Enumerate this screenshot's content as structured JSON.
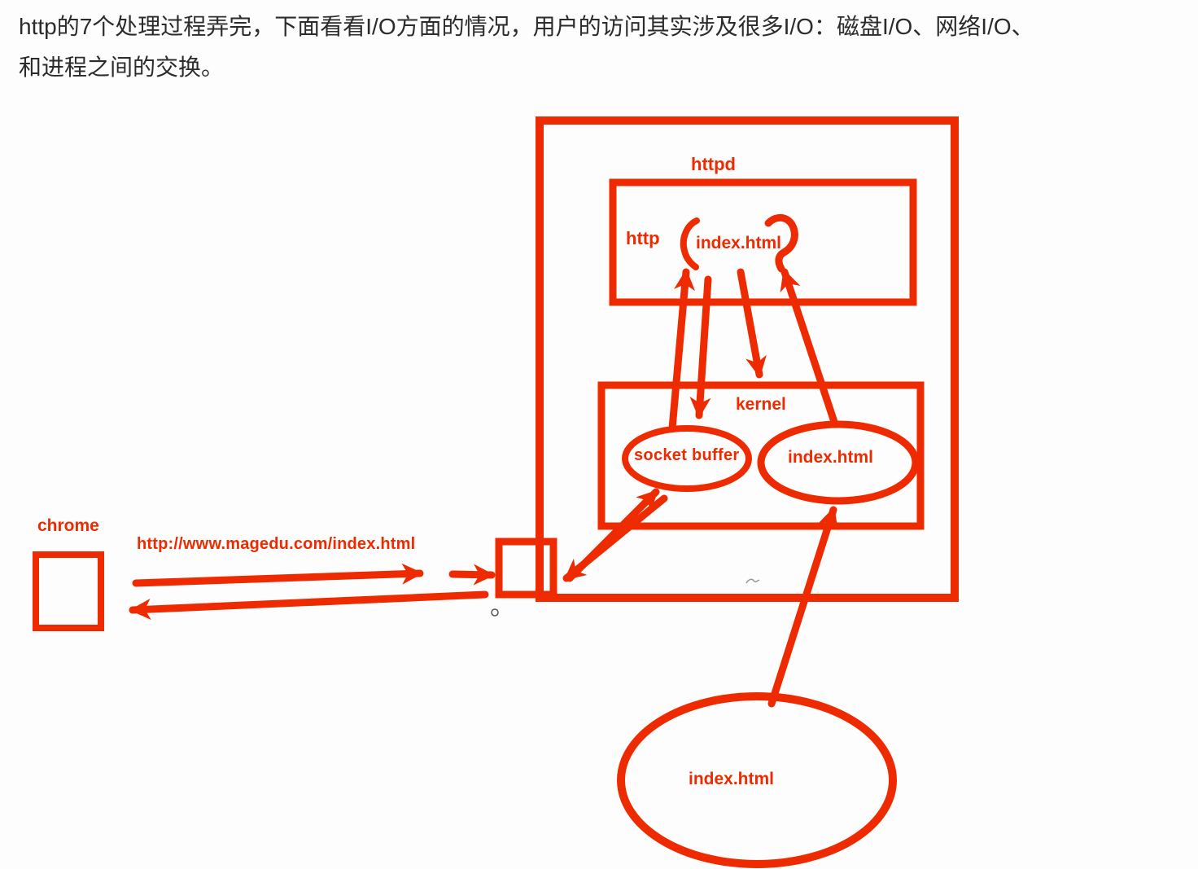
{
  "paragraph": {
    "line1": "http的7个处理过程弄完，下面看看I/O方面的情况，用户的访问其实涉及很多I/O：磁盘I/O、网络I/O、",
    "line2": "和进程之间的交换。"
  },
  "diagram": {
    "labels": {
      "outer_box": "httpd",
      "http_box": "http",
      "http_index": "index.html",
      "kernel_box": "kernel",
      "socket_buffer": "socket buffer",
      "kernel_index": "index.html",
      "disk_index": "index.html",
      "client": "chrome",
      "request_url": "http://www.magedu.com/index.html"
    },
    "colors": {
      "ink_red": "#ee2b00",
      "paragraph_text": "#2b2b2b",
      "background": "#fdfdfd",
      "faint_marks": "#999999"
    }
  }
}
